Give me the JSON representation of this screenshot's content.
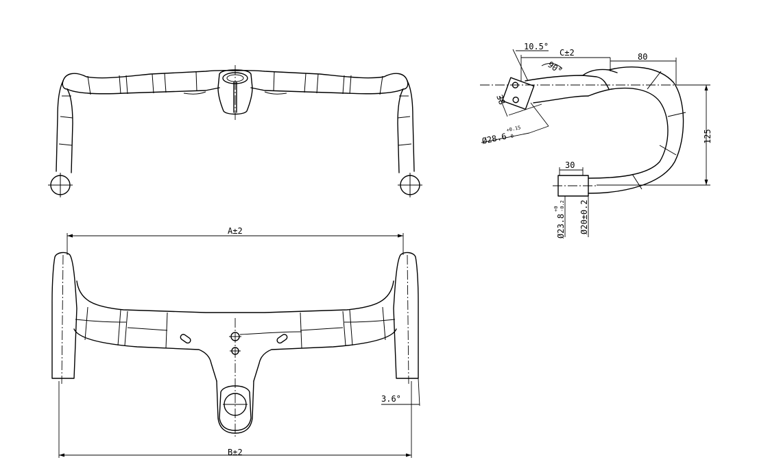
{
  "views": {
    "front": {
      "dimensions": []
    },
    "top": {
      "dimensions": [
        {
          "label": "A±2"
        },
        {
          "label": "B±2"
        },
        {
          "label": "3.6°"
        }
      ]
    },
    "side": {
      "dimensions": [
        {
          "label": "10.5°"
        },
        {
          "label": "C±2"
        },
        {
          "label": "90°"
        },
        {
          "label": "80"
        },
        {
          "label": "38"
        },
        {
          "label": "Ø28.6",
          "tol_upper": "+0.15",
          "tol_lower": "-0"
        },
        {
          "label": "125"
        },
        {
          "label": "30"
        },
        {
          "label": "Ø23.8",
          "tol_upper": "+0",
          "tol_lower": "-0.2"
        },
        {
          "label": "Ø20±0.2"
        }
      ]
    }
  }
}
